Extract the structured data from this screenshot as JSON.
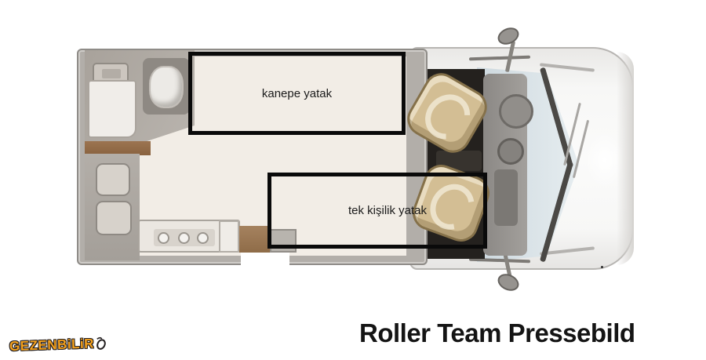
{
  "page": {
    "background": "#ffffff"
  },
  "floorplan": {
    "type": "motorhome-top-view-floorplan",
    "annotations": [
      {
        "id": "sofa-bed",
        "label": "kanepe yatak"
      },
      {
        "id": "single-bed",
        "label": "tek kişilik yatak"
      }
    ]
  },
  "caption": {
    "text": "Roller Team Pressebild"
  },
  "watermark": {
    "text": "GEZENBiLiR"
  },
  "colors": {
    "annotation_border": "#0a0a0a",
    "wall_gray": "#b2aea9",
    "wall_edge": "#8f8c88",
    "floor_cream": "#f2ede6",
    "wood_brown": "#9c7450",
    "fixture_light": "#d7d2cb",
    "fixture_border": "#8f8a84",
    "counter_white": "#ebe7e1",
    "seat_beige": "#d3be94",
    "cab_floor_black": "#24211e",
    "windshield_blue": "#cdd8de",
    "body_white": "#f7f7f6",
    "caption_color": "#141414",
    "watermark_orange": "#f6a21d",
    "watermark_outline": "#231f20"
  }
}
